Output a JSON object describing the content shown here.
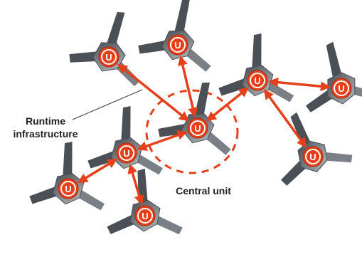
{
  "labels": {
    "runtime_line1": "Runtime",
    "runtime_line2": "infrastructure",
    "central": "Central unit"
  },
  "badge_letter": "U",
  "colors": {
    "link": "#e5401a",
    "badge_fill": "#e5401a",
    "badge_ring": "#ffffff",
    "central_circle": "#e5401a",
    "device_dark": "#4a5055",
    "device_mid": "#7a8086",
    "device_light": "#a9afb4",
    "leader_line": "#333333"
  },
  "nodes": [
    {
      "id": "n1",
      "name": "top-left-unit"
    },
    {
      "id": "n2",
      "name": "top-center-unit"
    },
    {
      "id": "n3",
      "name": "upper-right-unit"
    },
    {
      "id": "n4",
      "name": "far-right-unit"
    },
    {
      "id": "n5",
      "name": "central-unit"
    },
    {
      "id": "n6",
      "name": "left-middle-unit"
    },
    {
      "id": "n7",
      "name": "right-lower-unit"
    },
    {
      "id": "n8",
      "name": "bottom-left-unit"
    },
    {
      "id": "n9",
      "name": "bottom-center-unit"
    }
  ],
  "links": [
    {
      "from": "n1",
      "to": "n5"
    },
    {
      "from": "n2",
      "to": "n5"
    },
    {
      "from": "n3",
      "to": "n5"
    },
    {
      "from": "n6",
      "to": "n5"
    },
    {
      "from": "n3",
      "to": "n4"
    },
    {
      "from": "n3",
      "to": "n7"
    },
    {
      "from": "n6",
      "to": "n8"
    },
    {
      "from": "n6",
      "to": "n9"
    }
  ]
}
